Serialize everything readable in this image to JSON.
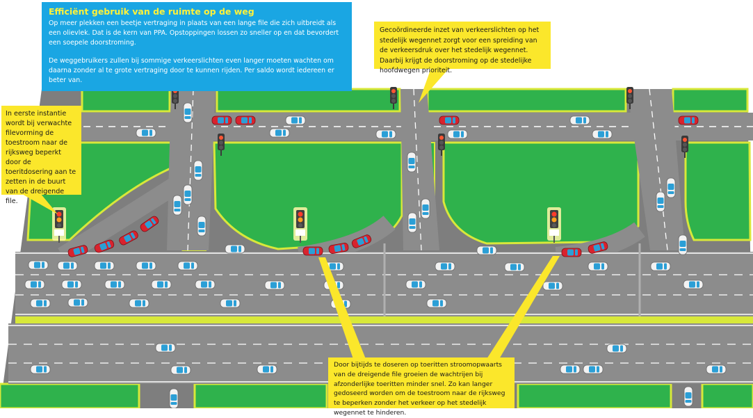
{
  "intro": {
    "title": "Efficiënt gebruik van de ruimte op de weg",
    "paragraph1": "Op meer plekken een beetje vertraging in plaats van een lange file die zich uitbreidt als een olievlek. Dat is de kern van PPA. Opstoppingen lossen zo sneller op en dat bevordert een soepele doorstroming.",
    "paragraph2": "De weggebruikers zullen bij sommige verkeerslichten even langer moeten wachten om daarna zonder al te grote vertraging door te kunnen rijden. Per saldo wordt iedereen er beter van."
  },
  "callouts": {
    "left": "In eerste instantie wordt bij verwachte filevorming de toestroom naar de rijksweg beperkt door de toeritdosering aan te zetten in de buurt van de dreigende file.",
    "right": "Gecoördineerde inzet van verkeerslichten op het stedelijk wegennet zorgt voor een spreiding van de verkeersdruk over het stedelijk wegennet. Daarbij krijgt de doorstroming op de stedelijke hoofdwegen prioriteit.",
    "bottom": "Door bijtijds te doseren op toeritten stroomopwaarts van de dreigende file groeien de wachtrijen bij afzonderlijke toeritten minder snel. Zo kan langer gedoseerd worden om de toestroom naar de rijksweg te beperken zonder het verkeer op het stedelijk wegennet te hinderen."
  },
  "colors": {
    "grass": "#2fb24c",
    "grass_edge": "#d8e83a",
    "asphalt": "#8c8c8c",
    "intro_bg": "#1aa6e3",
    "intro_title": "#fff23a",
    "callout_bg": "#fbe72b",
    "car_white": "#f2f2f2",
    "car_red": "#d9232e",
    "window": "#2b9fd6"
  },
  "icons": [
    "traffic-light-icon",
    "ramp-meter-sign-icon",
    "car-icon",
    "light-pole-icon"
  ]
}
